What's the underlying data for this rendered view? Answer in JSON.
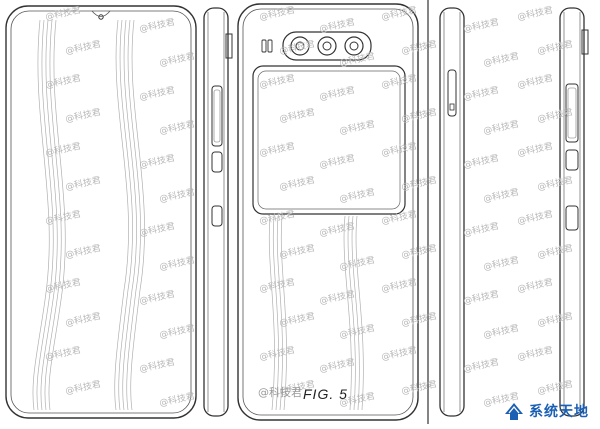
{
  "figure_label": "FIG. 5",
  "watermark_text": "@科技君",
  "bottom_watermark": "@科技君",
  "corner_badge": {
    "label": "系统天地",
    "icon": "site-logo-icon",
    "color": "#1a5fb4"
  },
  "views": [
    "front",
    "back",
    "side-left",
    "side-right"
  ]
}
